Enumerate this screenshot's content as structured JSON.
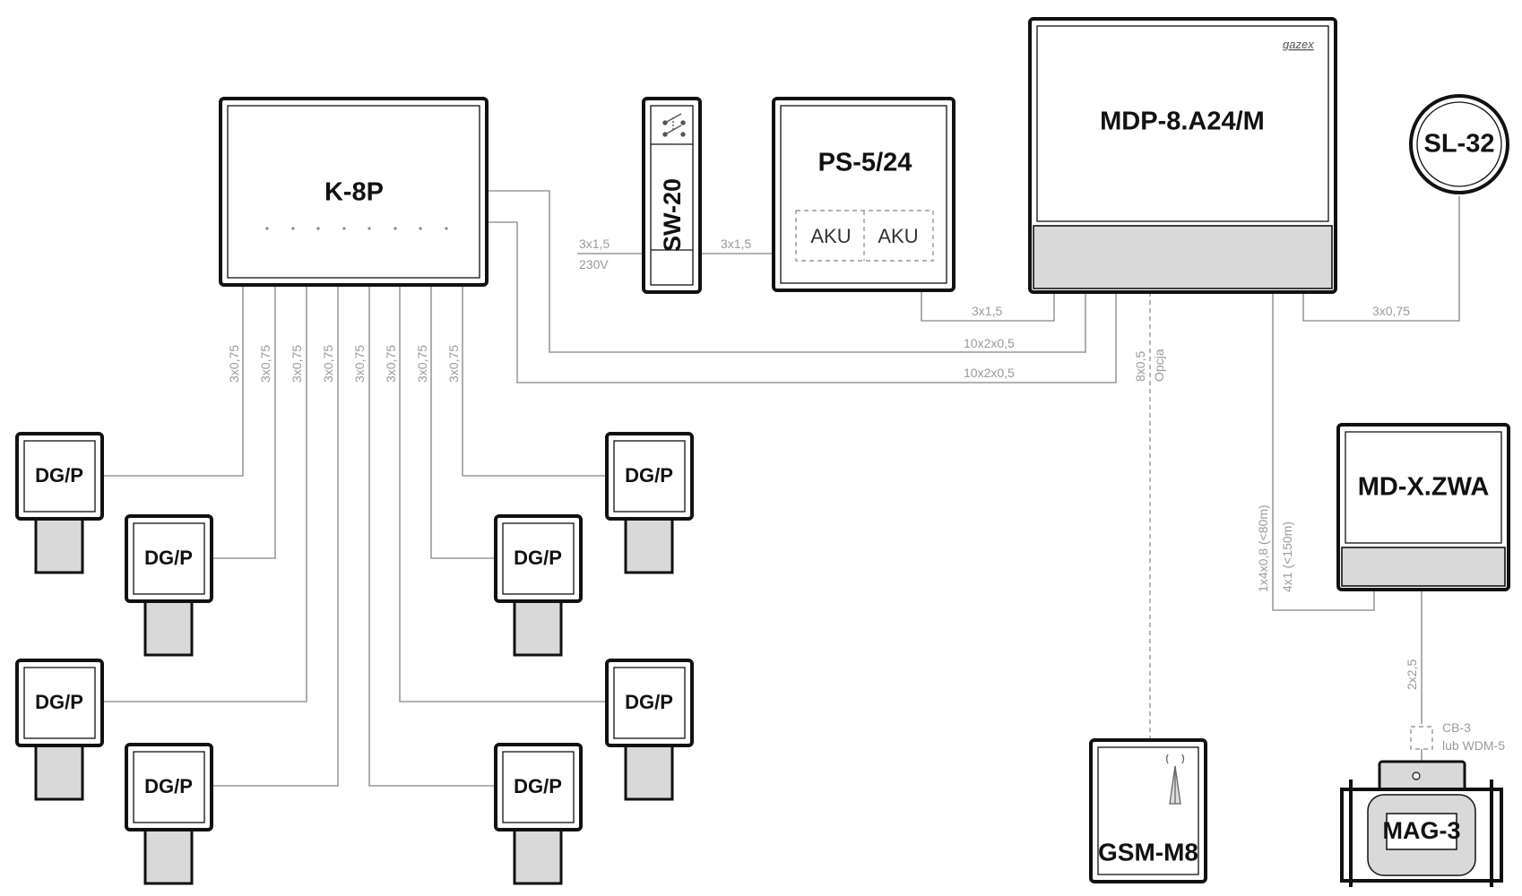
{
  "devices": {
    "panel": "K-8P",
    "switch": "SW-20",
    "psu": "PS-5/24",
    "aku_1": "AKU",
    "aku_2": "AKU",
    "module": "MDP-8.A24/M",
    "brand": "gazex",
    "signaller": "SL-32",
    "zwa": "MD-X.ZWA",
    "gsm": "GSM-M8",
    "valve": "MAG-3"
  },
  "detectors": {
    "label": "DG/P",
    "count": 8
  },
  "cables": {
    "k8p_outputs": "3x0,75",
    "mains": "3x1,5",
    "mains_voltage": "230V",
    "sw_psu": "3x1,5",
    "psu_mdp": "3x1,5",
    "bus_1": "10x2x0,5",
    "bus_2": "10x2x0,5",
    "mdp_sl": "3x0,75",
    "gsm_cable": "8x0,5",
    "gsm_option": "Opcja",
    "zwa_cable_1": "1x4x0,8 (<80m)",
    "zwa_cable_2": "4x1 (<150m)",
    "valve_cable": "2x2,5",
    "junction_1": "CB-3",
    "junction_2": "lub WDM-5"
  },
  "colors": {
    "line": "#111111",
    "wire": "#9a9a9a",
    "panel_fill": "#d9d9d9"
  }
}
